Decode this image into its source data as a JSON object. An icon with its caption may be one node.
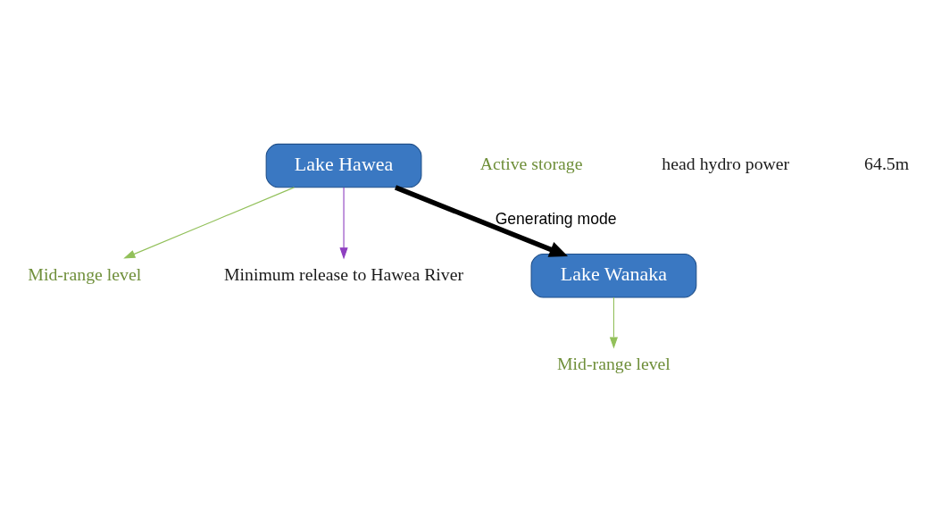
{
  "diagram": {
    "nodes": [
      {
        "text": [
          "Lake Hawea"
        ]
      },
      {
        "text": [
          "Mid-range level"
        ]
      },
      {
        "text": [
          "Minimum release to Hawea River"
        ]
      },
      {
        "text": [
          "Mid-range level"
        ]
      },
      {
        "text": [
          "Lake Wanaka"
        ]
      }
    ],
    "edges": [
      {
        "from": 0,
        "to": 4,
        "arrow": "to",
        "label": "Generating mode",
        "style": "thick",
        "color": "#000000"
      },
      {
        "from": 0,
        "to": 1,
        "arrow": "to",
        "color": "#92c05a"
      },
      {
        "from": 0,
        "to": 2,
        "arrow": "to",
        "color": "#8e3fc0"
      },
      {
        "from": 4,
        "to": 3,
        "arrow": "to",
        "color": "#92c05a"
      }
    ],
    "labels": [
      "Active storage",
      "head hydro power",
      "64.5m"
    ]
  }
}
